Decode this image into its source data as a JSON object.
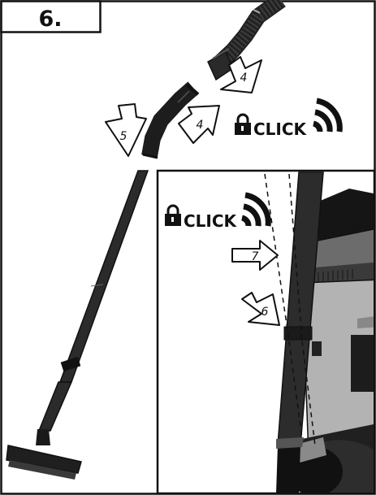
{
  "step": {
    "label": "6."
  },
  "callouts": [
    {
      "id": "arrow-4a",
      "number": "4"
    },
    {
      "id": "arrow-4b",
      "number": "4"
    },
    {
      "id": "arrow-5",
      "number": "5"
    },
    {
      "id": "arrow-6",
      "number": "6"
    },
    {
      "id": "arrow-7",
      "number": "7"
    }
  ],
  "click_labels": [
    {
      "id": "click-top",
      "text": "CLICK"
    },
    {
      "id": "click-inset",
      "text": "CLICK"
    }
  ]
}
